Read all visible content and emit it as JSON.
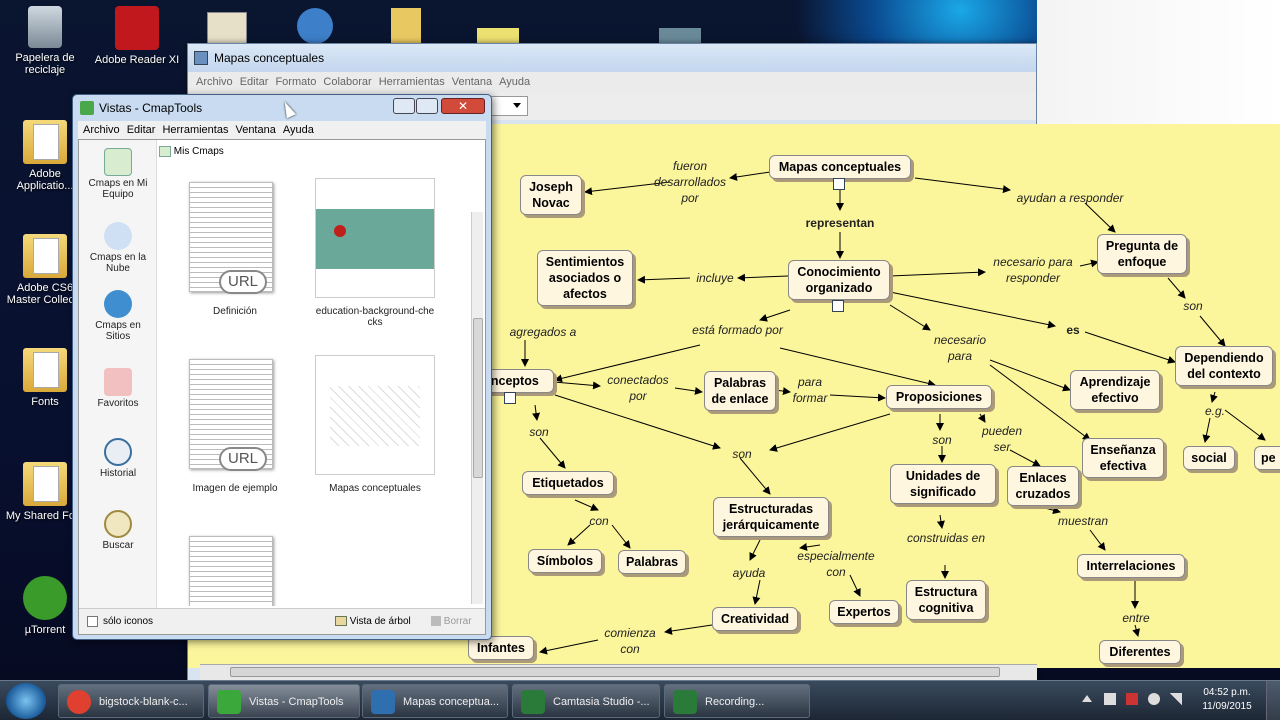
{
  "desktop": {
    "icons": [
      {
        "label": "Papelera de reciclaje"
      },
      {
        "label": "Adobe Reader XI"
      },
      {
        "label": "Adobe Applicatio..."
      },
      {
        "label": "Adobe CS6 Master Collec..."
      },
      {
        "label": "Fonts"
      },
      {
        "label": "My Shared Fo..."
      },
      {
        "label": "µTorrent"
      }
    ]
  },
  "back_window": {
    "title": "Mapas conceptuales",
    "menu": [
      "Archivo",
      "Editar",
      "Formato",
      "Colaborar",
      "Herramientas",
      "Ventana",
      "Ayuda"
    ]
  },
  "cmap_window": {
    "title": "Vistas - CmapTools",
    "menu": [
      "Archivo",
      "Editar",
      "Herramientas",
      "Ventana",
      "Ayuda"
    ],
    "path_label": "Mis Cmaps",
    "sidebar": [
      "Cmaps en Mi Equipo",
      "Cmaps en la Nube",
      "Cmaps en Sitios",
      "Favoritos",
      "Historial",
      "Buscar"
    ],
    "items": [
      {
        "name": "Definición",
        "badge": "URL"
      },
      {
        "name": "education-background-checks"
      },
      {
        "name": "Imagen de ejemplo",
        "badge": "URL"
      },
      {
        "name": "Mapas conceptuales"
      }
    ],
    "footer": {
      "checkbox": "sólo iconos",
      "tree": "Vista de árbol",
      "delete": "Borrar"
    }
  },
  "concept_map": {
    "nodes": {
      "mapas": "Mapas conceptuales",
      "joseph": "Joseph Novac",
      "sentimientos": "Sentimientos asociados o afectos",
      "conocimiento": "Conocimiento organizado",
      "pregunta": "Pregunta de enfoque",
      "conceptos": "onceptos",
      "palabras_enlace": "Palabras de enlace",
      "proposiciones": "Proposiciones",
      "aprendizaje": "Aprendizaje efectivo",
      "dependiendo": "Dependiendo del contexto",
      "ensenanza": "Enseñanza efectiva",
      "social": "social",
      "pe": "pe",
      "etiquetados": "Etiquetados",
      "estructuradas": "Estructuradas jerárquicamente",
      "unidades": "Unidades de significado",
      "enlaces": "Enlaces cruzados",
      "simbolos": "Símbolos",
      "palabras": "Palabras",
      "creatividad": "Creatividad",
      "expertos": "Expertos",
      "estructura": "Estructura cognitiva",
      "interrelaciones": "Interrelaciones",
      "infantes": "Infantes",
      "diferentes": "Diferentes"
    },
    "links": {
      "fueron": "fueron desarrollados por",
      "representan": "representan",
      "ayudan": "ayudan a responder",
      "incluye": "incluye",
      "necesario_resp": "necesario para responder",
      "es": "es",
      "son1": "son",
      "agregados": "agregados a",
      "formado": "está formado por",
      "necesario": "necesario para",
      "conectados": "conectados por",
      "para_formar": "para formar",
      "son2": "son",
      "son3": "son",
      "pueden": "pueden ser",
      "eg": "e.g.",
      "con": "con",
      "especialmente": "especialmente con",
      "ayuda": "ayuda",
      "construidas": "construidas en",
      "muestran": "muestran",
      "entre": "entre",
      "comienza": "comienza con"
    }
  },
  "taskbar": {
    "buttons": [
      "bigstock-blank-c...",
      "Vistas - CmapTools",
      "Mapas conceptua...",
      "Camtasia Studio -...",
      "Recording..."
    ],
    "time": "04:52 p.m.",
    "date": "11/09/2015"
  }
}
